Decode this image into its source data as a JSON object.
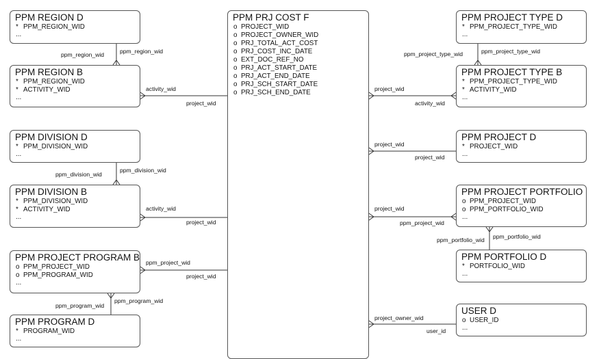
{
  "entities": {
    "region_d": {
      "title": "PPM REGION D",
      "attrs": [
        {
          "mark": "*",
          "name": "PPM_REGION_WID"
        }
      ],
      "more": "..."
    },
    "region_b": {
      "title": "PPM REGION B",
      "attrs": [
        {
          "mark": "*",
          "name": "PPM_REGION_WID"
        },
        {
          "mark": "*",
          "name": "ACTIVITY_WID"
        }
      ],
      "more": "..."
    },
    "division_d": {
      "title": "PPM DIVISION D",
      "attrs": [
        {
          "mark": "*",
          "name": "PPM_DIVISION_WID"
        }
      ],
      "more": "..."
    },
    "division_b": {
      "title": "PPM DIVISION B",
      "attrs": [
        {
          "mark": "*",
          "name": "PPM_DIVISION_WID"
        },
        {
          "mark": "*",
          "name": "ACTIVITY_WID"
        }
      ],
      "more": "..."
    },
    "project_program_b": {
      "title": "PPM PROJECT PROGRAM B",
      "attrs": [
        {
          "mark": "o",
          "name": "PPM_PROJECT_WID"
        },
        {
          "mark": "o",
          "name": "PPM_PROGRAM_WID"
        }
      ],
      "more": "..."
    },
    "program_d": {
      "title": "PPM PROGRAM D",
      "attrs": [
        {
          "mark": "*",
          "name": "PROGRAM_WID"
        }
      ],
      "more": "..."
    },
    "prj_cost_f": {
      "title": "PPM PRJ COST F",
      "attrs": [
        {
          "mark": "o",
          "name": "PROJECT_WID"
        },
        {
          "mark": "o",
          "name": "PROJECT_OWNER_WID"
        },
        {
          "mark": "o",
          "name": "PRJ_TOTAL_ACT_COST"
        },
        {
          "mark": "o",
          "name": "PRJ_COST_INC_DATE"
        },
        {
          "mark": "o",
          "name": "EXT_DOC_REF_NO"
        },
        {
          "mark": "o",
          "name": "PRJ_ACT_START_DATE"
        },
        {
          "mark": "o",
          "name": "PRJ_ACT_END_DATE"
        },
        {
          "mark": "o",
          "name": "PRJ_SCH_START_DATE"
        },
        {
          "mark": "o",
          "name": "PRJ_SCH_END_DATE"
        }
      ],
      "more": ""
    },
    "project_type_d": {
      "title": "PPM PROJECT TYPE D",
      "attrs": [
        {
          "mark": "*",
          "name": "PPM_PROJECT_TYPE_WID"
        }
      ],
      "more": "..."
    },
    "project_type_b": {
      "title": "PPM PROJECT TYPE B",
      "attrs": [
        {
          "mark": "*",
          "name": "PPM_PROJECT_TYPE_WID"
        },
        {
          "mark": "*",
          "name": "ACTIVITY_WID"
        }
      ],
      "more": "..."
    },
    "project_d": {
      "title": "PPM PROJECT D",
      "attrs": [
        {
          "mark": "*",
          "name": "PROJECT_WID"
        }
      ],
      "more": "..."
    },
    "project_portfolio_b": {
      "title": "PPM PROJECT PORTFOLIO B",
      "attrs": [
        {
          "mark": "o",
          "name": "PPM_PROJECT_WID"
        },
        {
          "mark": "o",
          "name": "PPM_PORTFOLIO_WID"
        }
      ],
      "more": "..."
    },
    "portfolio_d": {
      "title": "PPM PORTFOLIO D",
      "attrs": [
        {
          "mark": "*",
          "name": "PORTFOLIO_WID"
        }
      ],
      "more": "..."
    },
    "user_d": {
      "title": "USER D",
      "attrs": [
        {
          "mark": "o",
          "name": "USER_ID"
        }
      ],
      "more": "..."
    }
  },
  "relationship_labels": {
    "region_d_b_left": "ppm_region_wid",
    "region_d_b_right": "ppm_region_wid",
    "region_b_activity": "activity_wid",
    "region_b_project": "project_wid",
    "division_d_b_left": "ppm_division_wid",
    "division_d_b_right": "ppm_division_wid",
    "division_b_activity": "activity_wid",
    "division_b_project": "project_wid",
    "ppb_project_top": "ppm_project_wid",
    "ppb_project_bottom": "project_wid",
    "program_left": "ppm_program_wid",
    "program_right": "ppm_program_wid",
    "type_d_b_left": "ppm_project_type_wid",
    "type_d_b_right": "ppm_project_type_wid",
    "type_b_project": "project_wid",
    "type_b_activity": "activity_wid",
    "project_d_top": "project_wid",
    "project_d_bottom": "project_wid",
    "portfolio_b_top": "project_wid",
    "portfolio_b_bottom": "ppm_project_wid",
    "portfolio_left": "ppm_portfolio_wid",
    "portfolio_right": "ppm_portfolio_wid",
    "user_top": "project_owner_wid",
    "user_bottom": "user_id"
  },
  "colors": {
    "line": "#333333",
    "border": "#555555",
    "text": "#111111",
    "background": "#ffffff"
  }
}
